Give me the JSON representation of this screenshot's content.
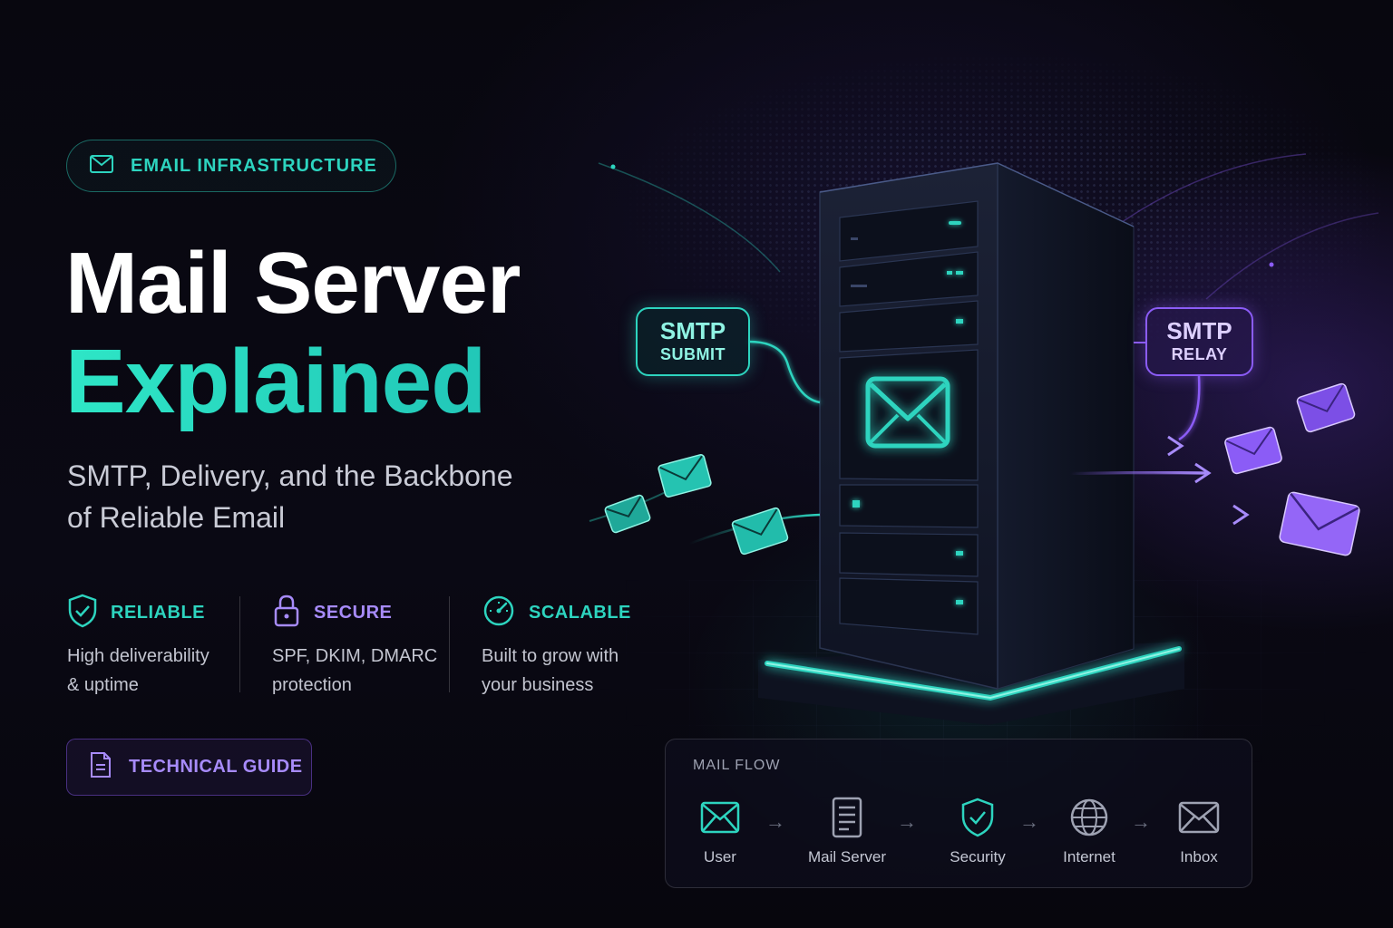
{
  "badge": {
    "label": "EMAIL INFRASTRUCTURE",
    "icon": "envelope-icon"
  },
  "headline": {
    "line1": "Mail Server",
    "line2": "Explained"
  },
  "subtitle": {
    "line1": "SMTP, Delivery, and the Backbone",
    "line2": "of Reliable Email"
  },
  "features": [
    {
      "name": "RELIABLE",
      "icon": "shield-check-icon",
      "color": "#2dd4bf",
      "desc1": "High deliverability",
      "desc2": "& uptime"
    },
    {
      "name": "SECURE",
      "icon": "padlock-icon",
      "color": "#a78bfa",
      "desc1": "SPF, DKIM, DMARC",
      "desc2": "protection"
    },
    {
      "name": "SCALABLE",
      "icon": "speedometer-icon",
      "color": "#2dd4bf",
      "desc1": "Built to grow with",
      "desc2": "your business"
    }
  ],
  "guide": {
    "label": "TECHNICAL GUIDE",
    "icon": "document-icon"
  },
  "tags": {
    "submit": {
      "line1": "SMTP",
      "line2": "SUBMIT"
    },
    "relay": {
      "line1": "SMTP",
      "line2": "RELAY"
    }
  },
  "mail_flow": {
    "label": "MAIL FLOW",
    "steps": [
      {
        "caption": "User",
        "icon": "envelope-icon"
      },
      {
        "caption": "Mail Server",
        "icon": "server-document-icon"
      },
      {
        "caption": "Security",
        "icon": "shield-check-icon"
      },
      {
        "caption": "Internet",
        "icon": "globe-icon"
      },
      {
        "caption": "Inbox",
        "icon": "envelope-icon"
      }
    ],
    "arrow": "→"
  },
  "colors": {
    "teal": "#2dd4bf",
    "purple": "#8b5cf6",
    "background": "#07060f"
  }
}
